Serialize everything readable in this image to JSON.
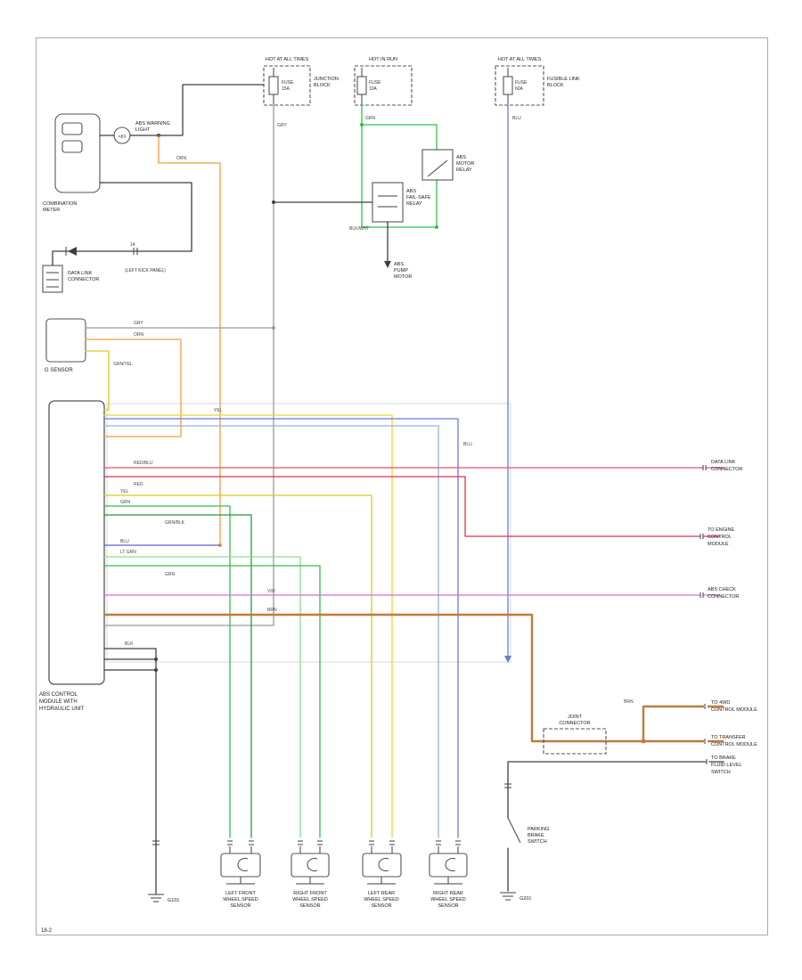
{
  "diagram": {
    "footer_code": "18-2",
    "colors": {
      "gray": "#9a9a9a",
      "orange": "#f49a3c",
      "green": "#2ebf4f",
      "dkgreen": "#1f9e3d",
      "ltgreen": "#8ce08c",
      "yellow": "#e8d832",
      "yellow2": "#d9c922",
      "blue": "#6b79e0",
      "ltblue": "#8fb0f0",
      "mdblue": "#5566cc",
      "red": "#e03050",
      "pink": "#e05575",
      "violet": "#d36fd3",
      "brown": "#c07b3a"
    },
    "top": {
      "hot1": "HOT AT ALL TIMES",
      "hot2": "HOT IN RUN",
      "hot3": "HOT AT ALL TIMES",
      "fuse_a": {
        "l1": "FUSE",
        "l2": "15A",
        "side1": "JUNCTION",
        "side2": "BLOCK"
      },
      "fuse_b": {
        "l1": "FUSE",
        "l2": "10A"
      },
      "fuse_c": {
        "l1": "FUSE",
        "l2": "60A",
        "side1": "FUSIBLE LINK",
        "side2": "BLOCK"
      }
    },
    "meter": {
      "label1": "COMBINATION",
      "label2": "METER",
      "warn1": "ABS WARNING",
      "warn2": "LIGHT",
      "bulb": "ABS"
    },
    "dlc": {
      "pin": "14",
      "label1": "DATA LINK",
      "label2": "CONNECTOR",
      "note": "(LEFT KICK PANEL)"
    },
    "gsensor": {
      "label": "G SENSOR"
    },
    "module": {
      "label1": "ABS CONTROL",
      "label2": "MODULE WITH",
      "label3": "HYDRAULIC UNIT"
    },
    "relays": {
      "motor1": "ABS",
      "motor2": "MOTOR",
      "motor3": "RELAY",
      "fs1": "ABS",
      "fs2": "FAIL-SAFE",
      "fs3": "RELAY",
      "pump1": "ABS",
      "pump2": "PUMP",
      "pump3": "MOTOR",
      "bw": "BLK/WHT"
    },
    "joint": {
      "l1": "JOINT",
      "l2": "CONNECTOR"
    },
    "switch": {
      "l1": "PARKING",
      "l2": "BRAKE",
      "l3": "SWITCH"
    },
    "grounds": {
      "left": "G101",
      "right": "G201"
    },
    "sensors": [
      {
        "l1": "LEFT FRONT",
        "l2": "WHEEL SPEED",
        "l3": "SENSOR"
      },
      {
        "l1": "RIGHT FRONT",
        "l2": "WHEEL SPEED",
        "l3": "SENSOR"
      },
      {
        "l1": "LEFT REAR",
        "l2": "WHEEL SPEED",
        "l3": "SENSOR"
      },
      {
        "l1": "RIGHT REAR",
        "l2": "WHEEL SPEED",
        "l3": "SENSOR"
      }
    ],
    "right": {
      "r1a": "DATA LINK",
      "r1b": "CONNECTOR",
      "r2a": "TO ENGINE",
      "r2b": "CONTROL",
      "r2c": "MODULE",
      "r3a": "ABS CHECK",
      "r3b": "CONNECTOR",
      "r4a": "TO 4WD",
      "r4b": "CONTROL MODULE",
      "r5a": "TO TRANSFER",
      "r5b": "CONTROL MODULE",
      "r6a": "TO BRAKE",
      "r6b": "FLUID LEVEL",
      "r6c": "SWITCH"
    },
    "wire_labels": {
      "orn": "ORN",
      "gry": "GRY",
      "blu": "BLU",
      "grn": "GRN",
      "yel": "YEL",
      "red": "RED",
      "redblu": "RED/BLU",
      "grnyel": "GRN/YEL",
      "grnblk": "GRN/BLK",
      "ltgrn": "LT GRN",
      "vio": "VIO",
      "brn": "BRN",
      "blk": "BLK"
    }
  }
}
